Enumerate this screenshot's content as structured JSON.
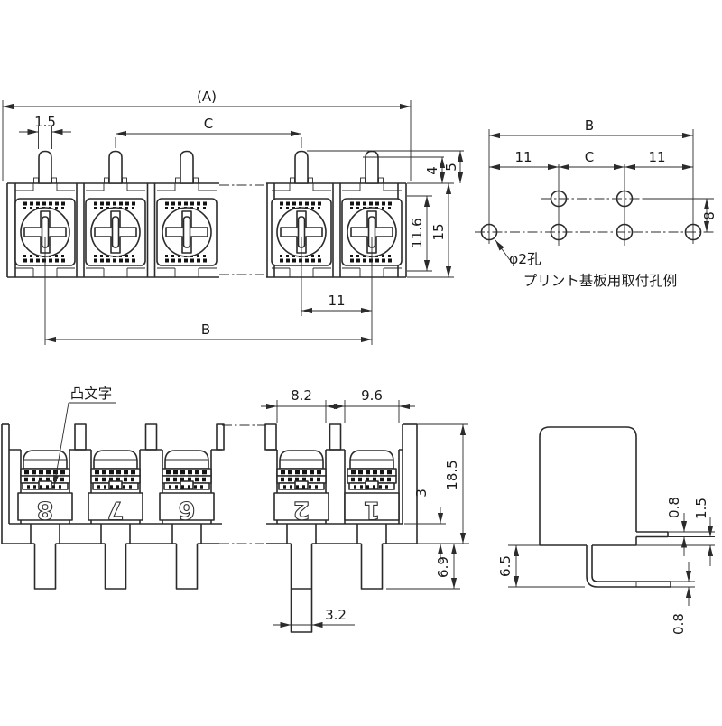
{
  "drawing": {
    "background": "#ffffff",
    "line_color": "#2b2b2b",
    "views": {
      "front_top": {
        "dims": {
          "overall_width": "(A)",
          "center_pitch": "C",
          "pin_width": "1.5",
          "pin_shoulder_height": "4",
          "pin_height": "5",
          "inner_height": "11.6",
          "body_height": "15",
          "end_pitch": "11",
          "mounting_span": "B"
        }
      },
      "pcb_layout": {
        "caption": "プリント基板用取付孔例",
        "hole_label": "φ2孔",
        "dims": {
          "span": "B",
          "left_pitch": "11",
          "center_pitch": "C",
          "right_pitch": "11",
          "row_offset": "8"
        }
      },
      "front_lower": {
        "emboss_note": "凸文字",
        "terminals": [
          "8",
          "7",
          "6",
          "2",
          "1"
        ],
        "dims": {
          "cell_width": "8.2",
          "end_cell_width": "9.6",
          "base_step": "3",
          "body_height": "18.5",
          "pin_length": "6.9",
          "pin_width": "3.2"
        }
      },
      "side": {
        "dims": {
          "tab_thickness": "0.8",
          "tab_clearance": "1.5",
          "standoff_height": "6.5",
          "lead_thickness": "0.8"
        }
      }
    }
  }
}
